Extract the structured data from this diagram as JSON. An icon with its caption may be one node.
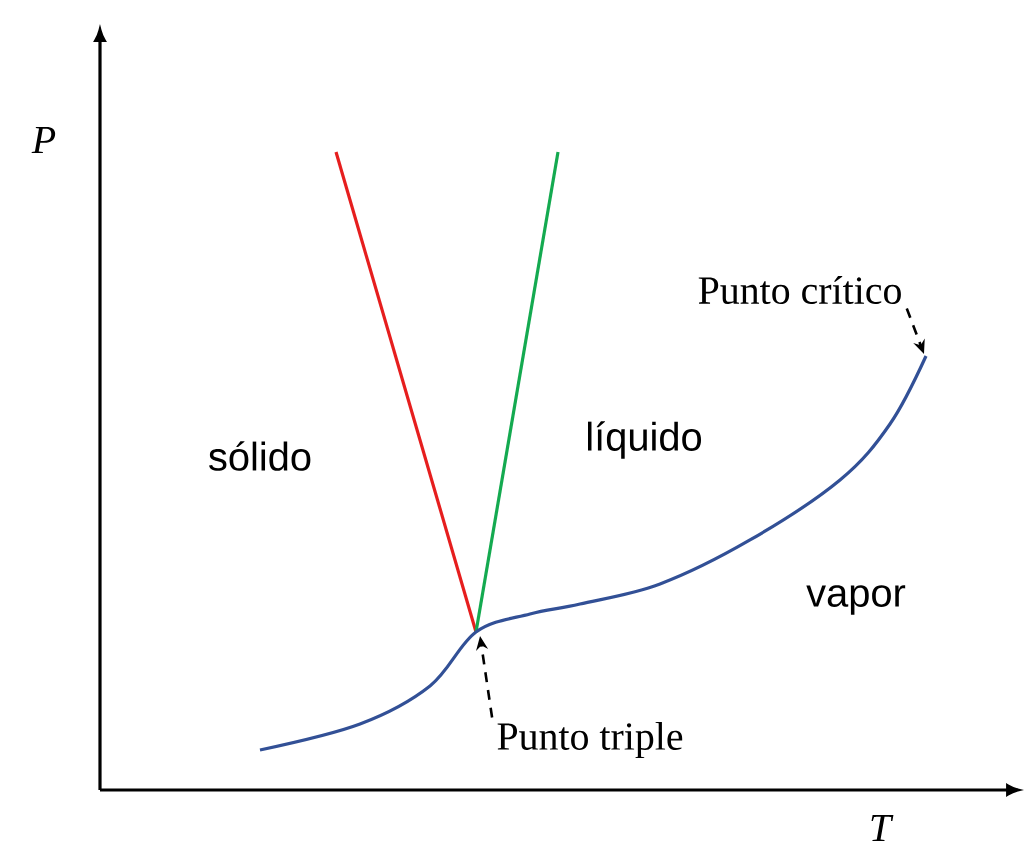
{
  "diagram": {
    "nodes": [
      {
        "text": [
          "Punto crítico"
        ]
      },
      {
        "text": [
          "Punto triple"
        ]
      }
    ],
    "edges": [
      {
        "from": 0,
        "to": null,
        "arrow": "to",
        "style": "dashed"
      },
      {
        "from": 1,
        "to": null,
        "arrow": "to",
        "style": "dashed"
      }
    ],
    "labels": [
      "P",
      "sólido",
      "líquido",
      "vapor",
      "T"
    ]
  }
}
